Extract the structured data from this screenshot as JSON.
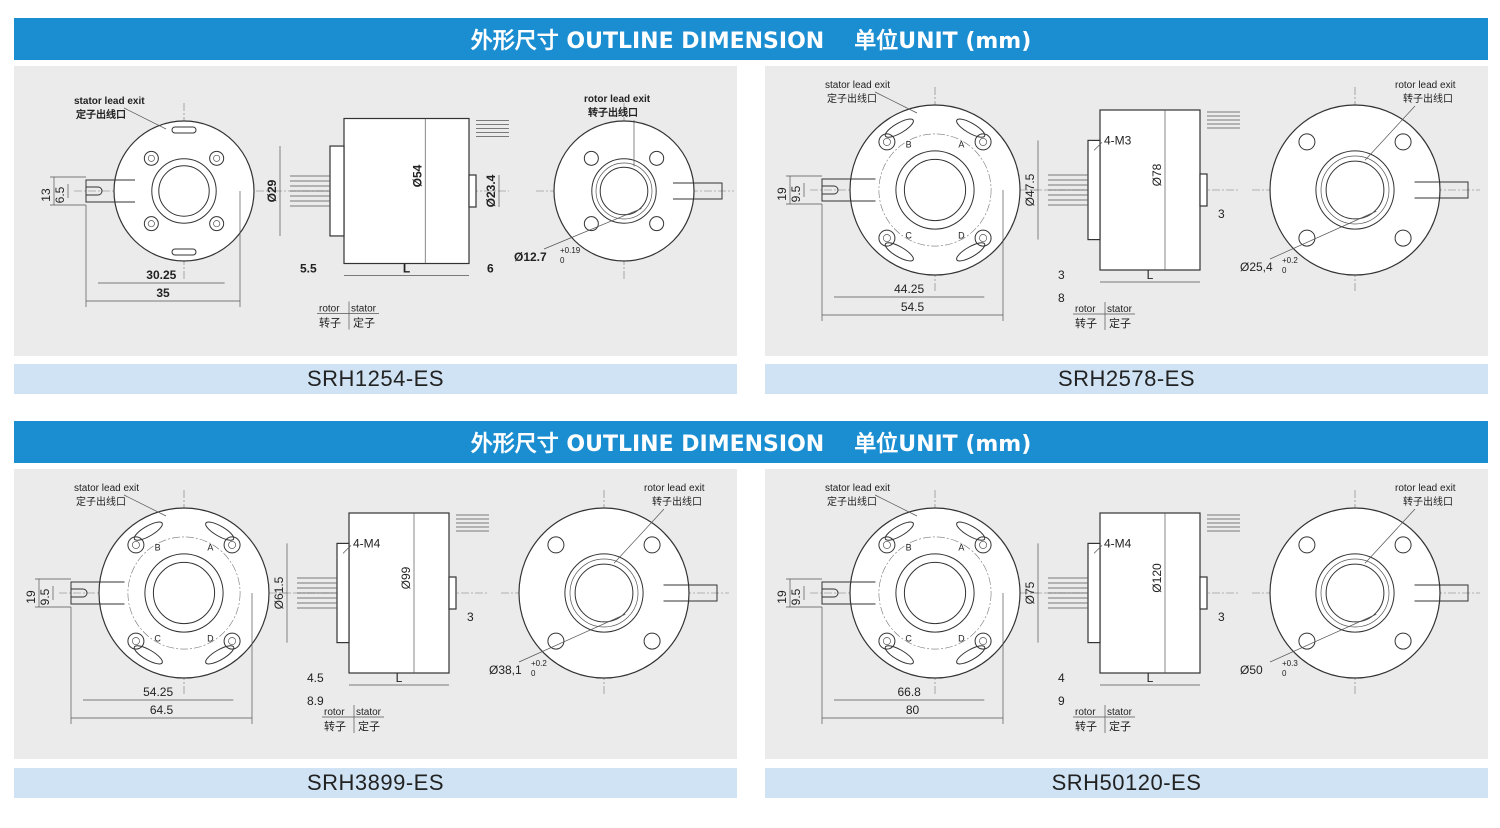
{
  "header_cn": "外形尺寸",
  "header_en": "OUTLINE DIMENSION",
  "header_unit": "单位UNIT (mm)",
  "legend": {
    "rotor": "rotor",
    "stator": "stator",
    "rotor_cn": "转子",
    "stator_cn": "定子"
  },
  "lead": {
    "stator_en": "stator lead exit",
    "stator_cn": "定子出线口",
    "rotor_en": "rotor lead exit",
    "rotor_cn": "转子出线口"
  },
  "letters": [
    "A",
    "B",
    "C",
    "D"
  ],
  "panels": [
    {
      "model": "SRH1254-ES",
      "left_dims": [
        "13",
        "6.5",
        "30.25",
        "35"
      ],
      "side_dims": {
        "od_small": "Ø29",
        "od_large": "Ø54",
        "od_shaft": "Ø23.4",
        "len": "L",
        "left_off": "5.5",
        "right_off": "6"
      },
      "bore": "Ø12.7",
      "bore_tol_up": "+0.19",
      "bore_tol_low": "0"
    },
    {
      "model": "SRH2578-ES",
      "left_dims": [
        "19",
        "9.5",
        "44.25",
        "54.5"
      ],
      "side_dims": {
        "od_small": "Ø47.5",
        "od_large": "Ø78",
        "thread": "4-M3",
        "len": "L",
        "left_off": "3",
        "left_off2": "8",
        "right_off": "3"
      },
      "bore": "Ø25,4",
      "bore_tol_up": "+0.2",
      "bore_tol_low": "0"
    },
    {
      "model": "SRH3899-ES",
      "left_dims": [
        "19",
        "9.5",
        "54.25",
        "64.5"
      ],
      "side_dims": {
        "od_small": "Ø61.5",
        "od_large": "Ø99",
        "thread": "4-M4",
        "len": "L",
        "left_off": "4.5",
        "left_off2": "8.9",
        "right_off": "3"
      },
      "bore": "Ø38,1",
      "bore_tol_up": "+0.2",
      "bore_tol_low": "0"
    },
    {
      "model": "SRH50120-ES",
      "left_dims": [
        "19",
        "9.5",
        "66.8",
        "80"
      ],
      "side_dims": {
        "od_small": "Ø75",
        "od_large": "Ø120",
        "thread": "4-M4",
        "len": "L",
        "left_off": "4",
        "left_off2": "9",
        "right_off": "3"
      },
      "bore": "Ø50",
      "bore_tol_up": "+0.3",
      "bore_tol_low": "0"
    }
  ]
}
